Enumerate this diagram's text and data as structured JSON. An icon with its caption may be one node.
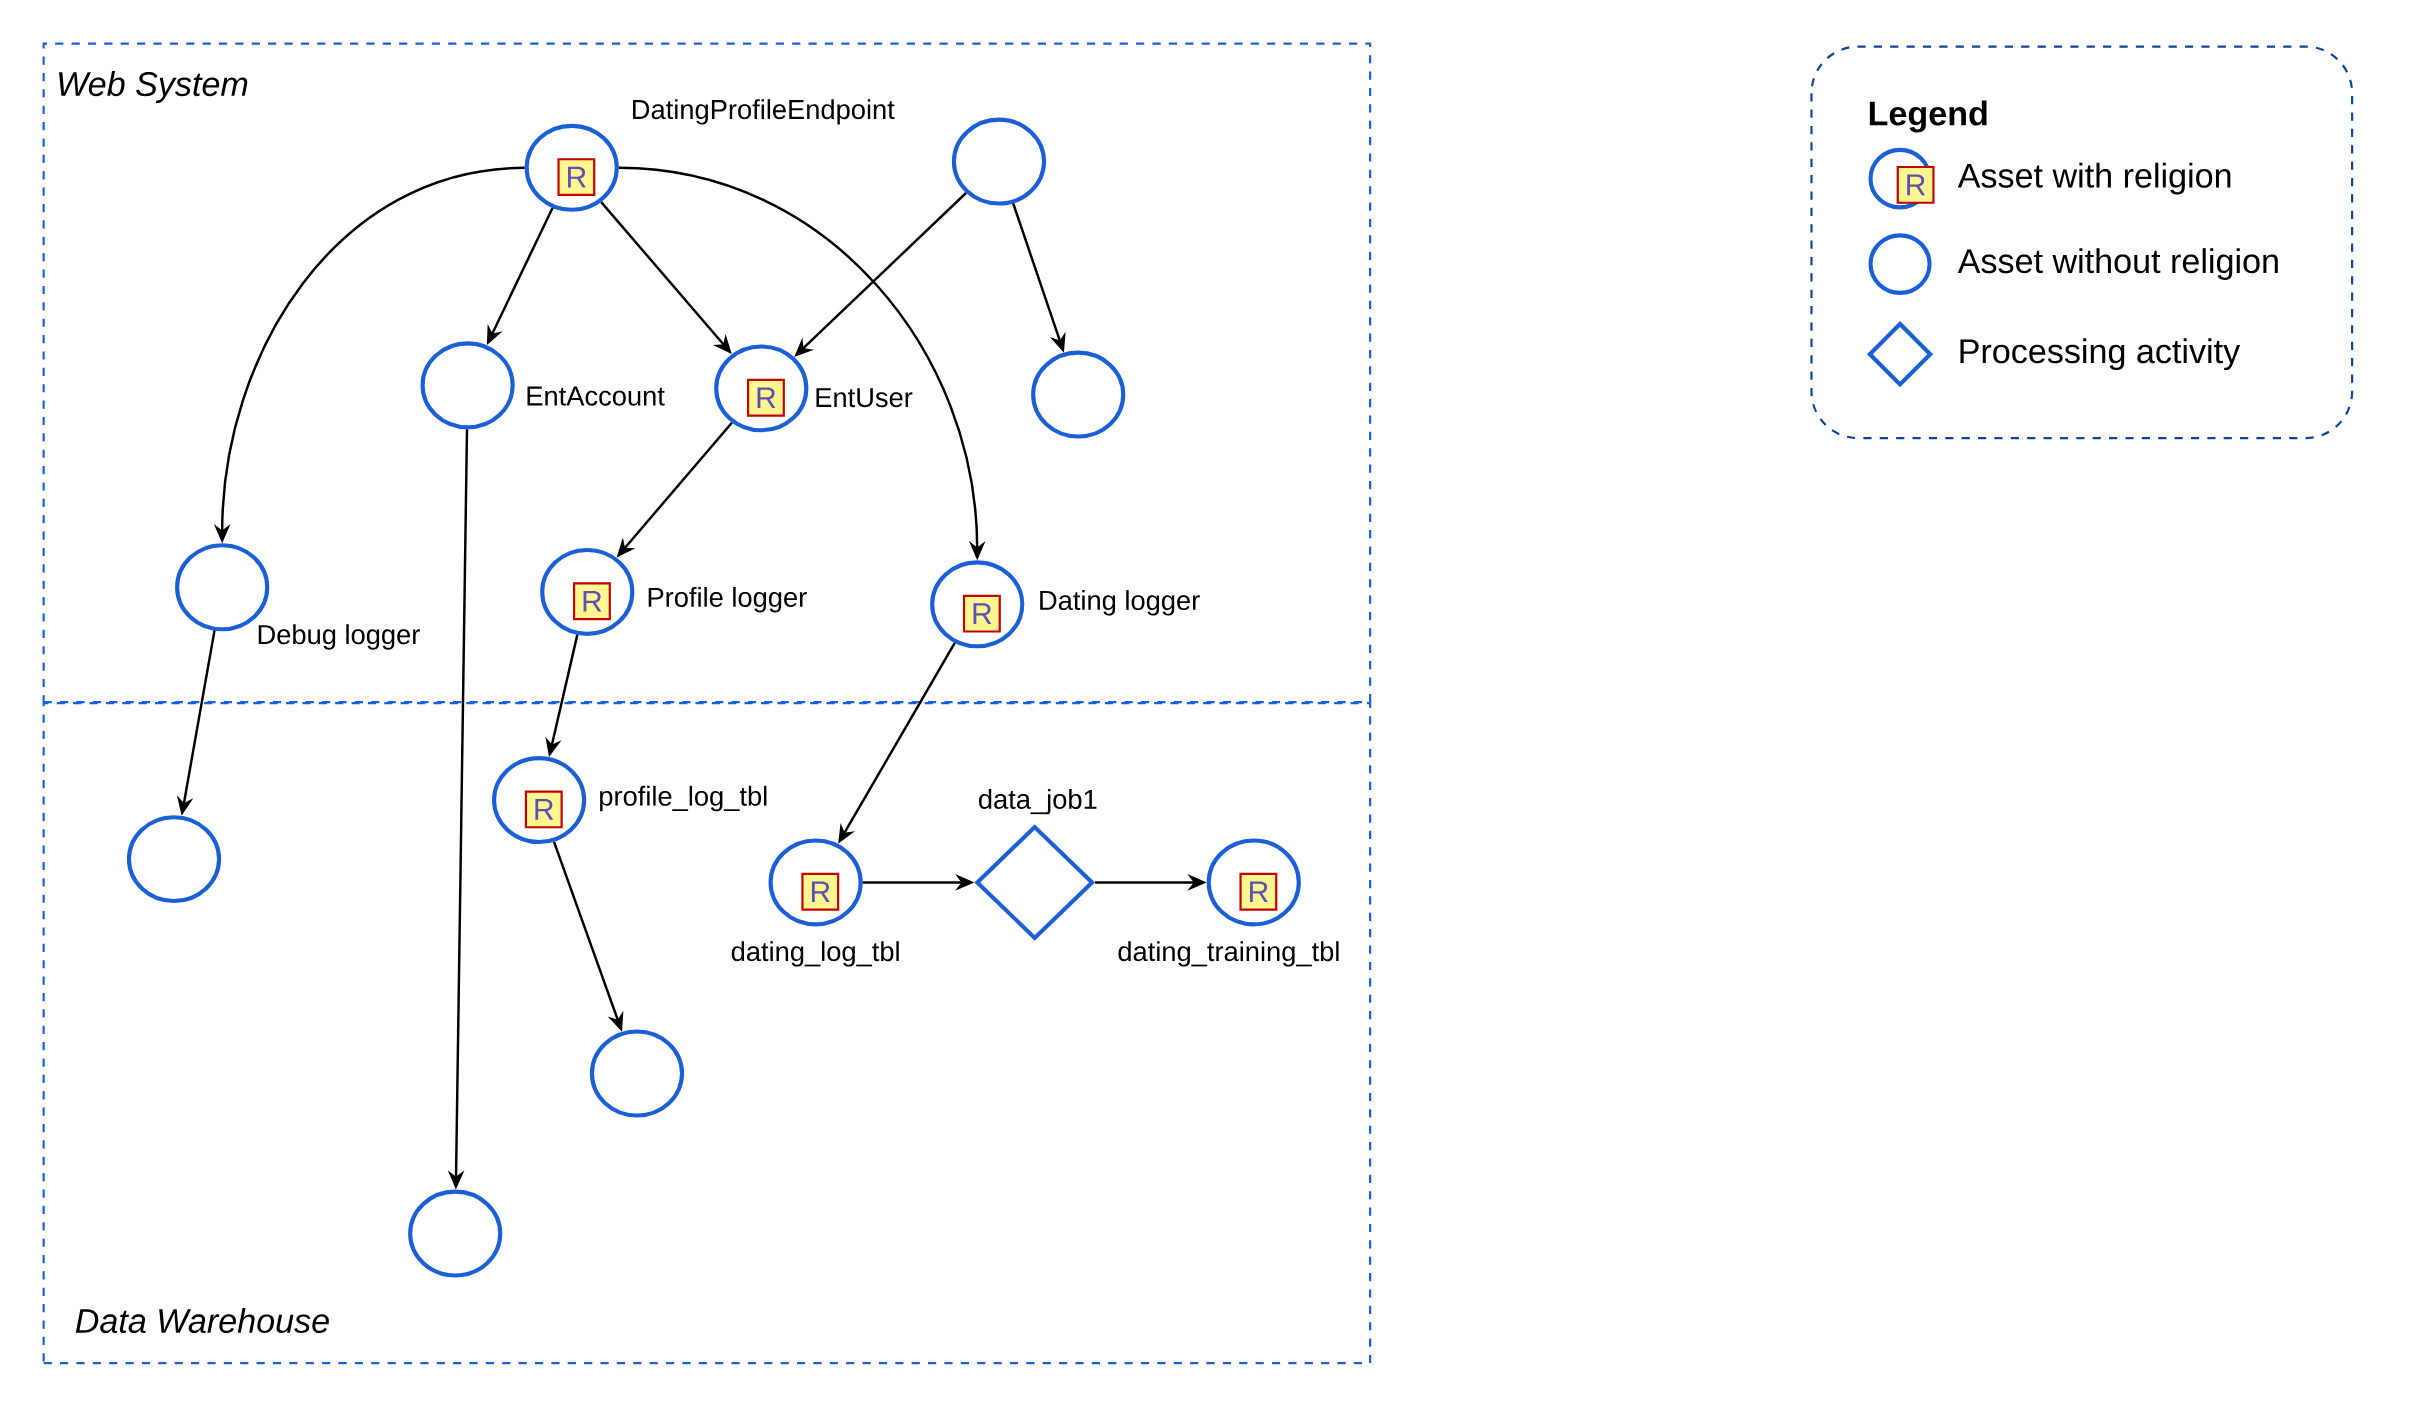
{
  "diagram": {
    "nodes": [
      {
        "text": [
          "Web System"
        ]
      },
      {
        "text": [
          "Data Warehouse"
        ]
      },
      {
        "text": [
          "DatingProfileEndpoint",
          "R"
        ],
        "in": 0
      },
      {
        "text": [],
        "shape": "circle",
        "in": 0
      },
      {
        "text": [
          "EntAccount"
        ],
        "in": 0
      },
      {
        "text": [
          "R",
          "EntUser"
        ],
        "in": 0
      },
      {
        "text": [],
        "shape": "circle",
        "in": 0
      },
      {
        "text": [
          "Debug logger"
        ],
        "in": 0
      },
      {
        "text": [
          "R",
          "Profile logger"
        ],
        "in": 0
      },
      {
        "text": [
          "R",
          "Dating logger"
        ],
        "in": 0
      },
      {
        "text": [],
        "shape": "circle",
        "in": 1
      },
      {
        "text": [
          "R",
          "profile_log_tbl"
        ],
        "in": 1
      },
      {
        "text": [
          "R",
          "dating_log_tbl"
        ],
        "in": 1
      },
      {
        "text": [
          "data_job1"
        ],
        "in": 1
      },
      {
        "text": [
          "R",
          "dating_training_tbl"
        ],
        "in": 1
      },
      {
        "text": [],
        "shape": "circle",
        "in": 1
      },
      {
        "text": [],
        "shape": "circle",
        "in": 1
      }
    ],
    "edges": [
      {
        "from": 2,
        "to": 7,
        "arrow": "to"
      },
      {
        "from": 2,
        "to": 4,
        "arrow": "to"
      },
      {
        "from": 2,
        "to": 5,
        "arrow": "to"
      },
      {
        "from": 2,
        "to": 9,
        "arrow": "to"
      },
      {
        "from": 3,
        "to": 5,
        "arrow": "to"
      },
      {
        "from": 3,
        "to": 6,
        "arrow": "to"
      },
      {
        "from": 4,
        "to": 16,
        "arrow": "to"
      },
      {
        "from": 5,
        "to": 8,
        "arrow": "to"
      },
      {
        "from": 7,
        "to": 10,
        "arrow": "to"
      },
      {
        "from": 8,
        "to": 11,
        "arrow": "to"
      },
      {
        "from": 9,
        "to": 12,
        "arrow": "to"
      },
      {
        "from": 11,
        "to": 15,
        "arrow": "to"
      },
      {
        "from": 12,
        "to": 13,
        "arrow": "to"
      },
      {
        "from": 13,
        "to": 14,
        "arrow": "to"
      }
    ],
    "labels": [
      "Legend",
      "R"
    ],
    "legend": [
      {
        "text": "Asset with religion"
      },
      {
        "text": "Asset without religion"
      },
      {
        "text": "Processing activity"
      }
    ]
  }
}
